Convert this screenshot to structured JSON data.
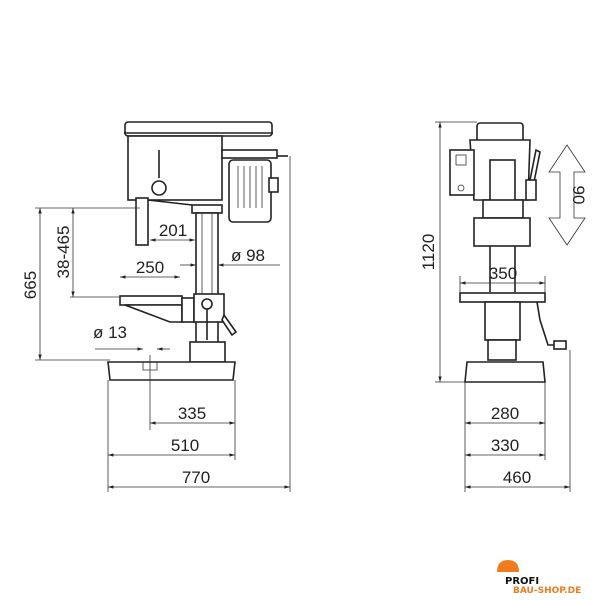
{
  "front_view": {
    "dimensions": {
      "height_total": "665",
      "table_range": "38-465",
      "throat": "201",
      "table_size": "250",
      "column_diameter": "ø 98",
      "slot_diameter": "ø 13",
      "base_slot_distance": "335",
      "base_width": "510",
      "overall_depth": "770"
    }
  },
  "side_view": {
    "dimensions": {
      "overall_height": "1120",
      "spindle_travel": "90",
      "table_width": "350",
      "base_inner": "280",
      "base_width": "330",
      "overall_width": "460"
    }
  },
  "logo": {
    "line1": "PROFI",
    "line2": "BAU-SHOP.DE",
    "accent": "#f07c1d"
  }
}
